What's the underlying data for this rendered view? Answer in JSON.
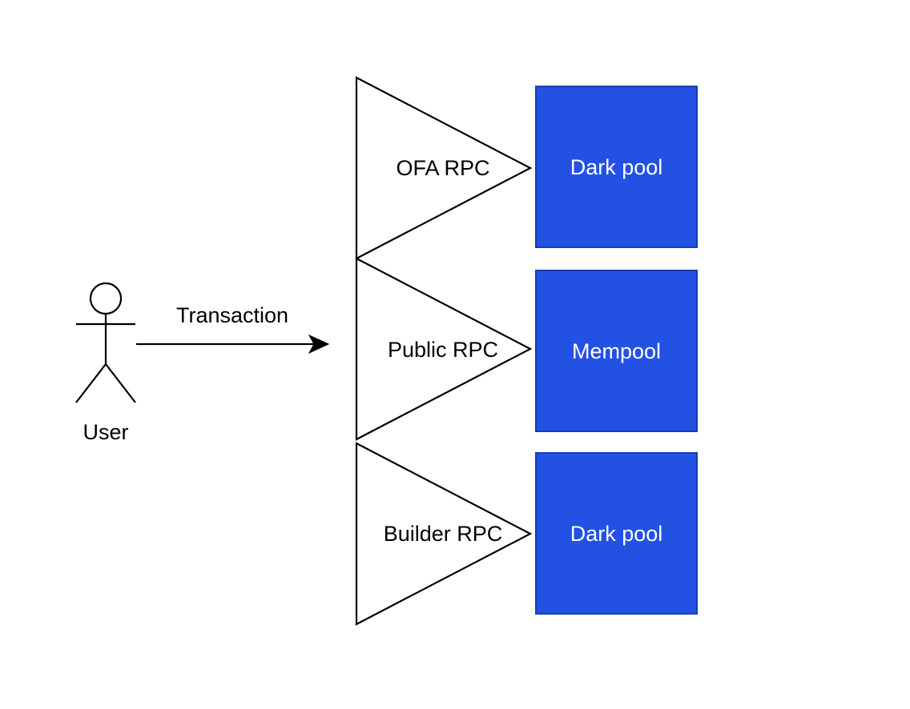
{
  "actor": {
    "label": "User",
    "icon": "stick-figure-icon"
  },
  "edge": {
    "label": "Transaction"
  },
  "rpcs": [
    {
      "label": "OFA RPC"
    },
    {
      "label": "Public RPC"
    },
    {
      "label": "Builder RPC"
    }
  ],
  "pools": [
    {
      "label": "Dark pool"
    },
    {
      "label": "Mempool"
    },
    {
      "label": "Dark pool"
    }
  ],
  "colors": {
    "pool_fill": "#2251E4",
    "pool_stroke": "#1A3BB0",
    "pool_text": "#FFFFFF",
    "line": "#000000"
  }
}
